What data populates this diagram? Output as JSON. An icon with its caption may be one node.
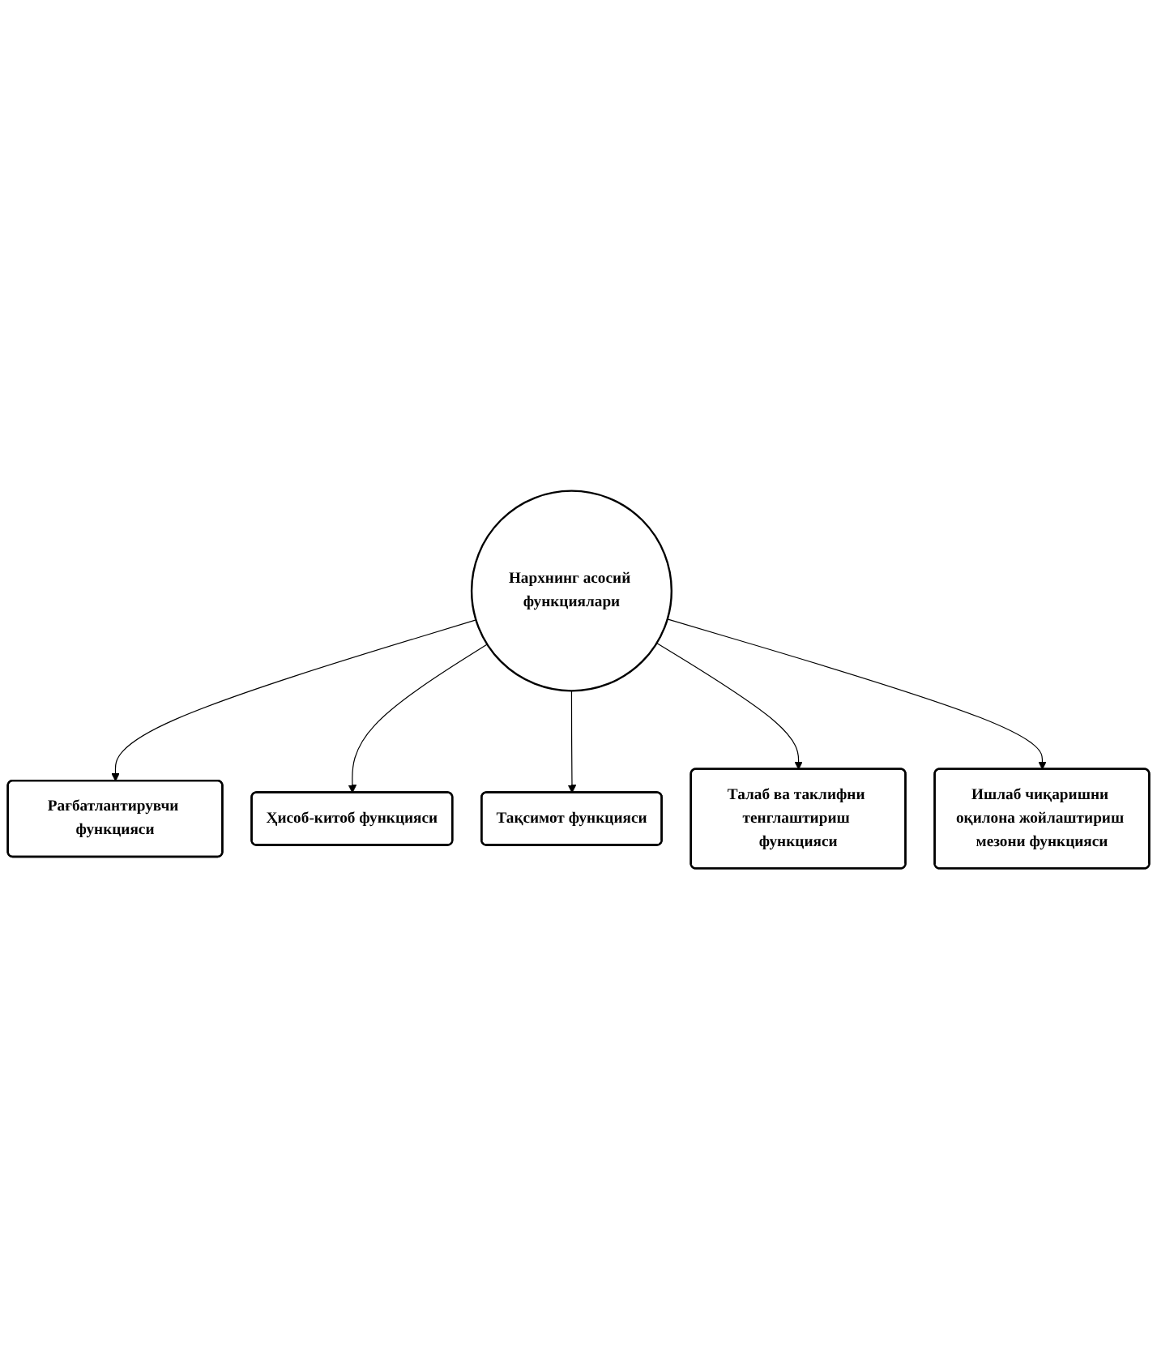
{
  "diagram": {
    "nodes": [
      {
        "text": [
          "Рағбатлантирувчи функцияси"
        ]
      },
      {
        "text": [
          "Ҳисоб-китоб функцияси"
        ]
      },
      {
        "text": [
          "Тақсимот функцияси"
        ]
      },
      {
        "text": [
          "Нархнинг асосий функциялари"
        ]
      },
      {
        "text": [
          "Талаб ва таклифни тенглаштириш функцияси"
        ]
      },
      {
        "text": [
          "Ишлаб чиқаришни оқилона жойлаштириш мезони функцияси"
        ]
      }
    ],
    "edges": [
      {
        "from": 3,
        "to": 0,
        "arrow": "to"
      },
      {
        "from": 3,
        "to": 1,
        "arrow": "to"
      },
      {
        "from": 3,
        "to": 2,
        "arrow": "to"
      },
      {
        "from": 3,
        "to": 4,
        "arrow": "to"
      },
      {
        "from": 3,
        "to": 5,
        "arrow": "to"
      }
    ]
  }
}
